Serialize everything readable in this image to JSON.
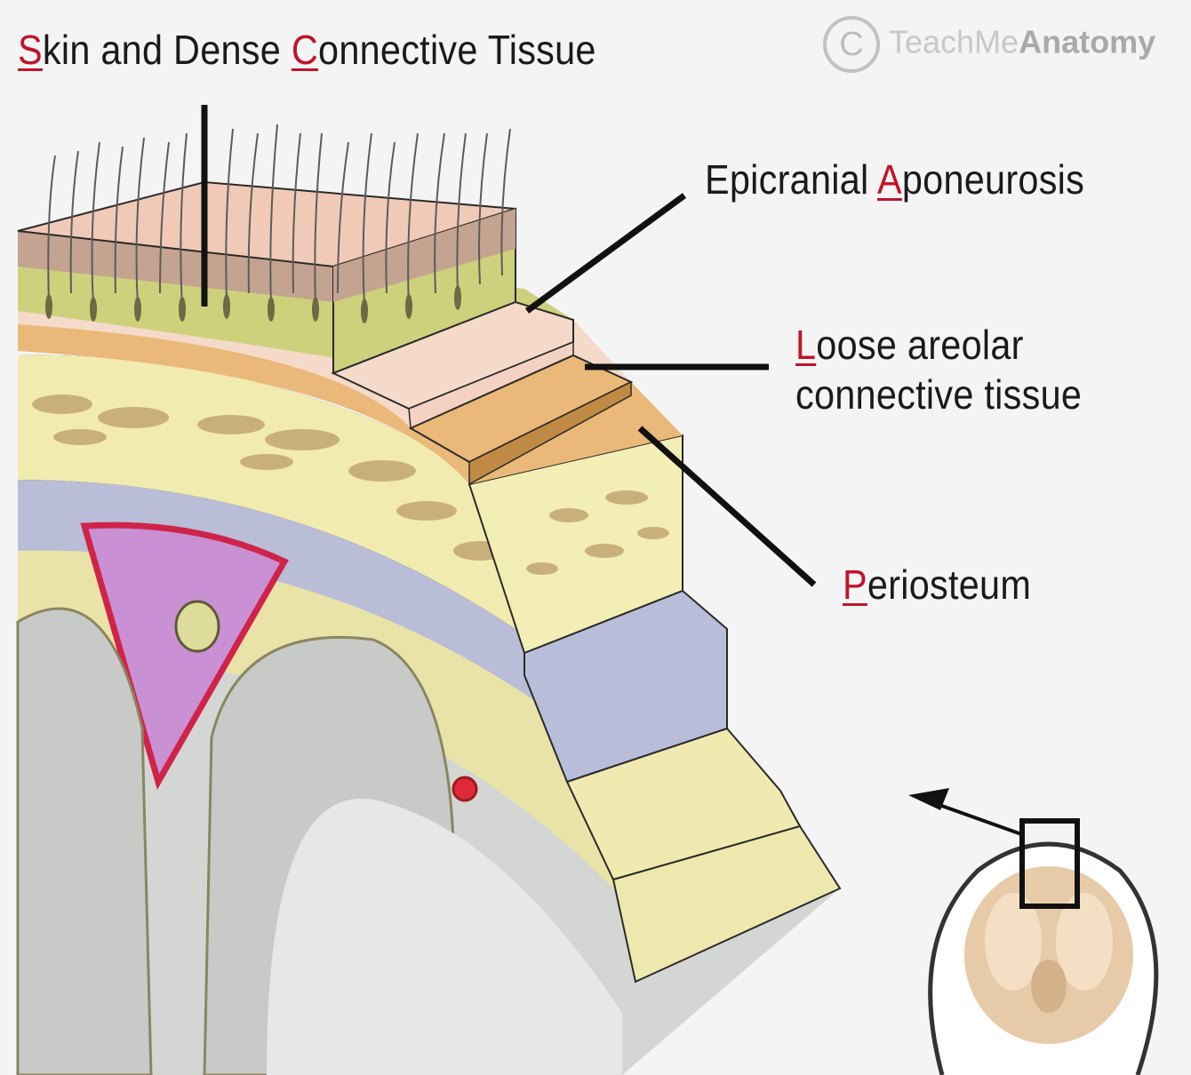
{
  "labels": {
    "skin": {
      "key": "S",
      "mid": "kin and Dense ",
      "key2": "C",
      "rest": "onnective Tissue"
    },
    "aponeurosis": {
      "text": "Epicranial ",
      "key": "A",
      "rest": "poneurosis"
    },
    "loose": {
      "key": "L",
      "rest1": "oose areolar",
      "line2": "connective tissue"
    },
    "periosteum": {
      "key": "P",
      "rest": "eriosteum"
    }
  },
  "watermark": {
    "symbol": "C",
    "part1": "TeachMe",
    "part2": "Anatomy"
  },
  "colors": {
    "key_letter": "#c0142a",
    "skin_top": "#f1c9b7",
    "dermis": "#c2a18c",
    "subcutaneous": "#cdd07c",
    "aponeurosis": "#f6d9c9",
    "loose_areolar": "#eab777",
    "periosteum_bone": "#f2ebb2",
    "dura": "#b9bfd9",
    "brain": "#d1d4d1",
    "sinus": "#c991d3"
  }
}
